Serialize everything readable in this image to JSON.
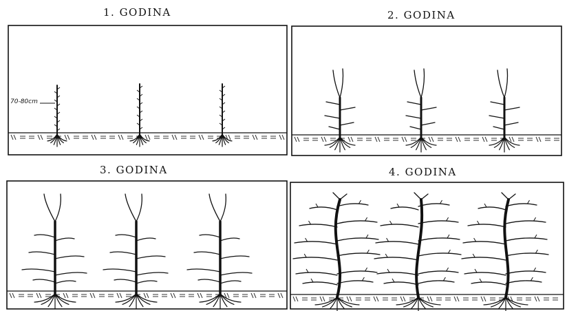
{
  "panels": [
    {
      "title": "1. GODINA"
    },
    {
      "title": "2. GODINA"
    },
    {
      "title": "3. GODINA"
    },
    {
      "title": "4. GODINA"
    }
  ],
  "height_label": "70-80cm"
}
